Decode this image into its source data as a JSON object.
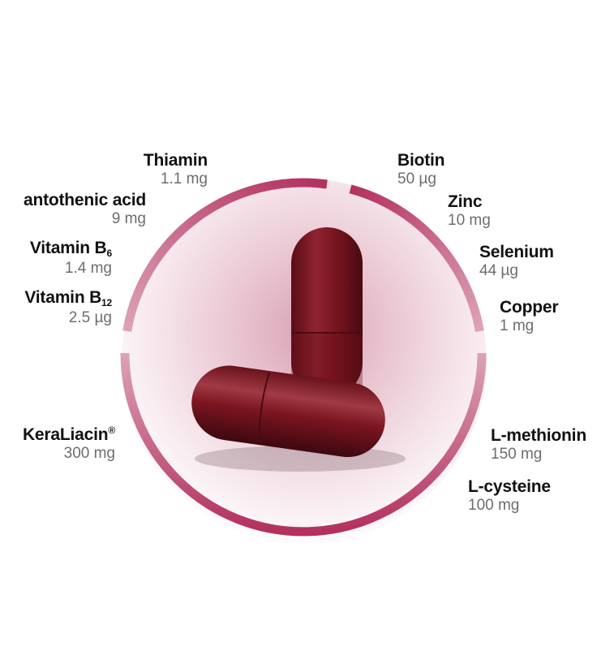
{
  "colors": {
    "ring_dark": "#b3305f",
    "ring_light": "#dca3b8",
    "capsule": "#7a1520",
    "capsule_highlight": "#a83a44",
    "name_text": "#111111",
    "dose_text": "#6d6d6d"
  },
  "capsules": {
    "count": 2,
    "icon": "capsule-icon"
  },
  "nutrients_left": [
    {
      "name": "Thiamin",
      "sub": "",
      "sup": "",
      "dose": "1.1 mg"
    },
    {
      "name": "antothenic acid",
      "sub": "",
      "sup": "",
      "dose": "9 mg"
    },
    {
      "name": "Vitamin B",
      "sub": "6",
      "sup": "",
      "dose": "1.4 mg"
    },
    {
      "name": "Vitamin B",
      "sub": "12",
      "sup": "",
      "dose": "2.5 µg"
    },
    {
      "name": "KeraLiacin",
      "sub": "",
      "sup": "®",
      "dose": "300 mg"
    }
  ],
  "nutrients_right": [
    {
      "name": "Biotin",
      "dose": "50 µg"
    },
    {
      "name": "Zinc",
      "dose": "10 mg"
    },
    {
      "name": "Selenium",
      "dose": "44 µg"
    },
    {
      "name": "Copper",
      "dose": "1 mg"
    },
    {
      "name": "L-methionin",
      "dose": "150 mg"
    },
    {
      "name": "L-cysteine",
      "dose": "100 mg"
    }
  ]
}
